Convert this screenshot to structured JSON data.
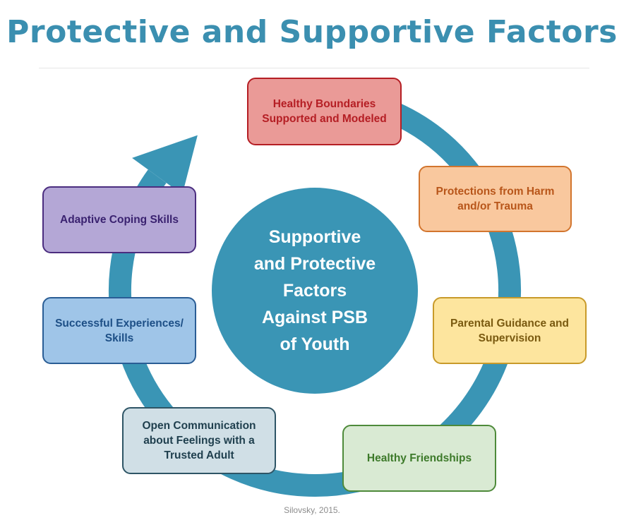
{
  "title": "Protective and Supportive Factors",
  "center": {
    "text": "Supportive\nand Protective\nFactors\nAgainst PSB\nof Youth"
  },
  "factors": [
    {
      "label": "Healthy Boundaries Supported and Modeled",
      "fill": "#ea9a97",
      "border": "#b51e24",
      "text_color": "#b51e24"
    },
    {
      "label": "Protections from Harm and/or Trauma",
      "fill": "#f9c89e",
      "border": "#d2752e",
      "text_color": "#b8561a"
    },
    {
      "label": "Parental Guidance and Supervision",
      "fill": "#fde59e",
      "border": "#c89a2a",
      "text_color": "#7a5a10"
    },
    {
      "label": "Healthy Friendships",
      "fill": "#d9ead3",
      "border": "#4e8a3a",
      "text_color": "#3d7a2a"
    },
    {
      "label": "Open Communication about Feelings with a Trusted Adult",
      "fill": "#d0dfe6",
      "border": "#2e5566",
      "text_color": "#1f3f4e"
    },
    {
      "label": "Successful Experiences/ Skills",
      "fill": "#9fc5e8",
      "border": "#2a5d95",
      "text_color": "#1d4f86"
    },
    {
      "label": "Adaptive Coping Skills",
      "fill": "#b4a7d6",
      "border": "#4b2d7f",
      "text_color": "#3a2270"
    }
  ],
  "colors": {
    "ring": "#3a95b5",
    "center_fill": "#3a95b5",
    "title": "#3b8fb0"
  },
  "citation": "Silovsky, 2015."
}
